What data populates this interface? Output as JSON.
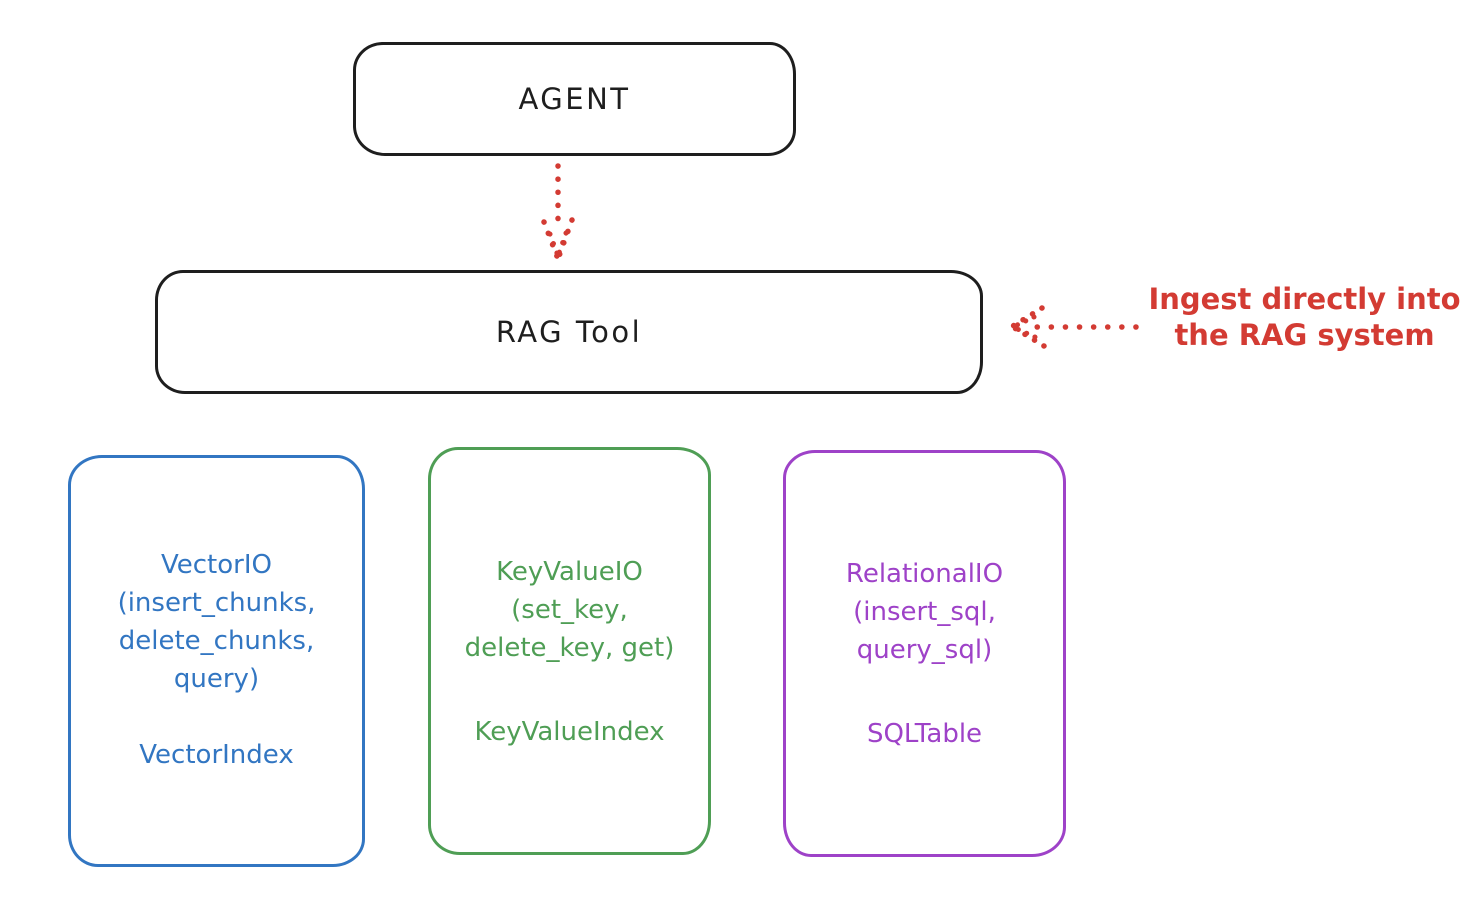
{
  "diagram": {
    "agent_box": {
      "label": "AGENT"
    },
    "rag_tool_box": {
      "label": "RAG Tool"
    },
    "annotation": {
      "line1": "Ingest directly into",
      "line2": "the RAG system",
      "color": "#d33b33"
    },
    "arrows": [
      {
        "name": "agent-to-rag-tool",
        "style": "dotted",
        "color": "#d33b33",
        "direction": "down"
      },
      {
        "name": "annotation-to-rag-tool",
        "style": "dotted",
        "color": "#d33b33",
        "direction": "left"
      }
    ],
    "stores": [
      {
        "name": "vector-io",
        "color": "#3276c2",
        "line1": "VectorIO",
        "line2": "(insert_chunks,",
        "line3": "delete_chunks,",
        "line4": "query)",
        "index_label": "VectorIndex"
      },
      {
        "name": "key-value-io",
        "color": "#4f9e55",
        "line1": "KeyValueIO",
        "line2": "(set_key,",
        "line3": "delete_key, get)",
        "index_label": "KeyValueIndex"
      },
      {
        "name": "relational-io",
        "color": "#9e42c8",
        "line1": "RelationalIO",
        "line2": "(insert_sql,",
        "line3": "query_sql)",
        "index_label": "SQLTable"
      }
    ],
    "colors": {
      "ink": "#1e1e1e",
      "red": "#d33b33",
      "blue": "#3276c2",
      "green": "#4f9e55",
      "purple": "#9e42c8",
      "background": "#ffffff"
    }
  }
}
